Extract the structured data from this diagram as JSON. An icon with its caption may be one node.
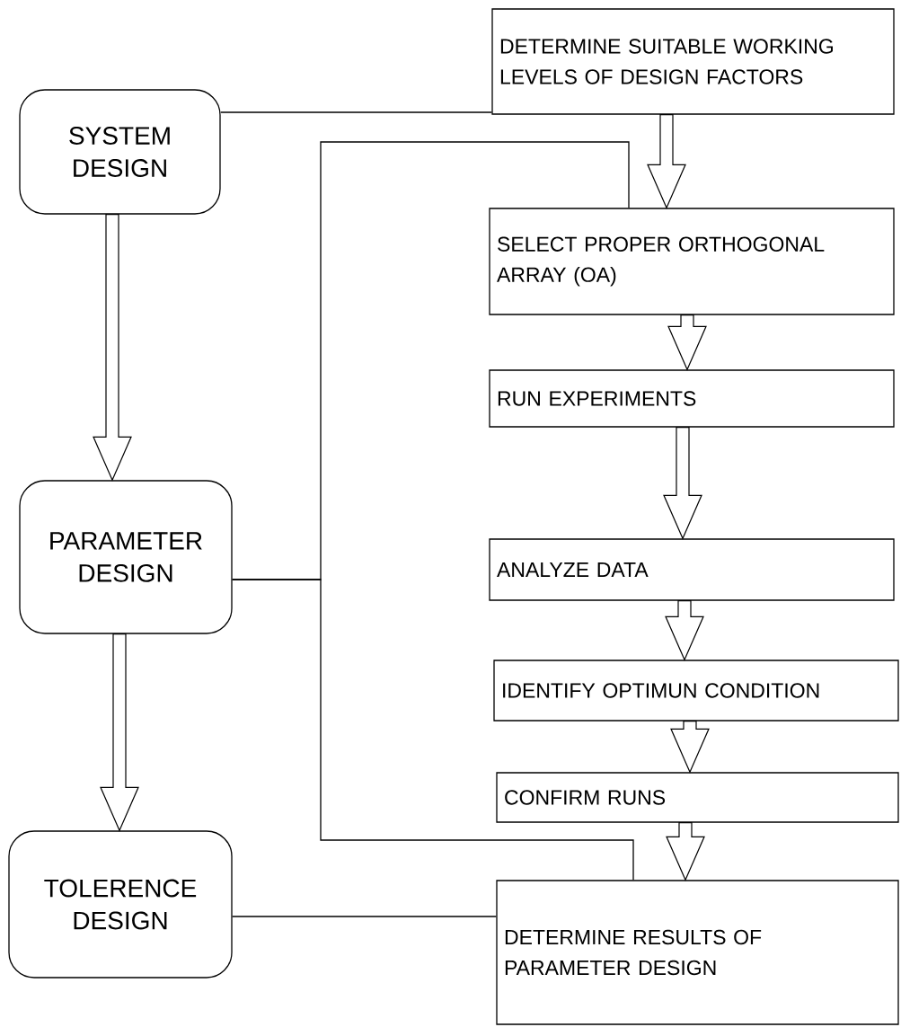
{
  "diagram": {
    "nodes": [
      {
        "text": [
          "SYSTEM DESIGN"
        ]
      },
      {
        "text": [
          "PARAMETER DESIGN"
        ]
      },
      {
        "text": [
          "TOLERENCE DESIGN"
        ]
      },
      {
        "text": [
          "DETERMINE SUITABLE WORKING LEVELS OF DESIGN FACTORS"
        ]
      },
      {
        "text": [
          "SELECT PROPER ORTHOGONAL ARRAY (OA)"
        ]
      },
      {
        "text": [
          "RUN EXPERIMENTS"
        ]
      },
      {
        "text": [
          "ANALYZE DATA"
        ]
      },
      {
        "text": [
          "IDENTIFY OPTIMUN CONDITION"
        ]
      },
      {
        "text": [
          "CONFIRM RUNS"
        ]
      },
      {
        "text": [
          "DETERMINE RESULTS OF PARAMETER DESIGN"
        ]
      }
    ],
    "edges": [
      {
        "from": 0,
        "to": 1,
        "arrow": "to"
      },
      {
        "from": 1,
        "to": 2,
        "arrow": "to"
      },
      {
        "from": 0,
        "to": 3,
        "arrow": "none"
      },
      {
        "from": 3,
        "to": 4,
        "arrow": "to"
      },
      {
        "from": 4,
        "to": 5,
        "arrow": "to"
      },
      {
        "from": 5,
        "to": 6,
        "arrow": "to"
      },
      {
        "from": 6,
        "to": 7,
        "arrow": "to"
      },
      {
        "from": 7,
        "to": 8,
        "arrow": "to"
      },
      {
        "from": 8,
        "to": 9,
        "arrow": "to"
      },
      {
        "from": 1,
        "to": 4,
        "arrow": "none"
      },
      {
        "from": 1,
        "to": 9,
        "arrow": "none"
      },
      {
        "from": 2,
        "to": 9,
        "arrow": "none"
      }
    ]
  }
}
